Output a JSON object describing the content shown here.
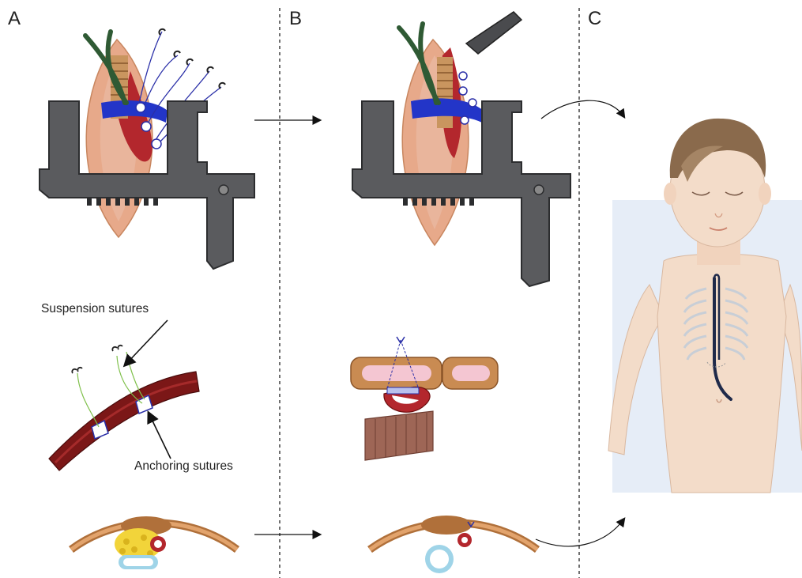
{
  "panels": {
    "a": "A",
    "b": "B",
    "c": "C"
  },
  "labels": {
    "suspension": "Suspension sutures",
    "anchoring": "Anchoring sutures"
  },
  "colors": {
    "retractor": "#5a5b5e",
    "retractor_edge": "#3a3b3d",
    "skin": "#e7a98a",
    "tissue": "#d8896e",
    "artery": "#b3272d",
    "vessel_blue": "#2335c8",
    "green_tube": "#2f5a34",
    "suture_blue": "#2a2fa8",
    "aorta": "#7b1717",
    "trachea": "#b0703a",
    "fat_yellow": "#f2d43a",
    "child_skin": "#f3dcc9",
    "hair": "#8a6a4c",
    "bg_panel": "#e6edf7"
  }
}
